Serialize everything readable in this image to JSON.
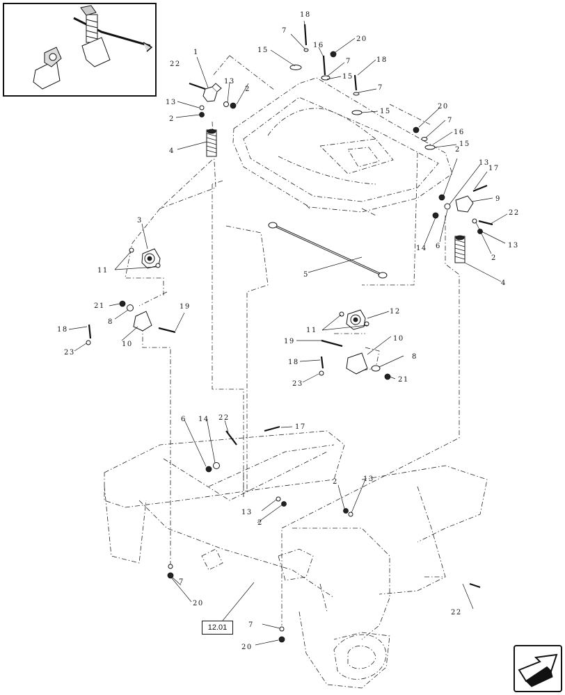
{
  "reference_label": "12.01",
  "callouts": [
    {
      "id": "c1",
      "text": "1"
    },
    {
      "id": "c2a",
      "text": "2"
    },
    {
      "id": "c2b",
      "text": "2"
    },
    {
      "id": "c2c",
      "text": "2"
    },
    {
      "id": "c2d",
      "text": "2"
    },
    {
      "id": "c2e",
      "text": "2"
    },
    {
      "id": "c2f",
      "text": "2"
    },
    {
      "id": "c3",
      "text": "3"
    },
    {
      "id": "c4a",
      "text": "4"
    },
    {
      "id": "c4b",
      "text": "4"
    },
    {
      "id": "c5",
      "text": "5"
    },
    {
      "id": "c6a",
      "text": "6"
    },
    {
      "id": "c6b",
      "text": "6"
    },
    {
      "id": "c7a",
      "text": "7"
    },
    {
      "id": "c7b",
      "text": "7"
    },
    {
      "id": "c7c",
      "text": "7"
    },
    {
      "id": "c7d",
      "text": "7"
    },
    {
      "id": "c7e",
      "text": "7"
    },
    {
      "id": "c7f",
      "text": "7"
    },
    {
      "id": "c8a",
      "text": "8"
    },
    {
      "id": "c8b",
      "text": "8"
    },
    {
      "id": "c9",
      "text": "9"
    },
    {
      "id": "c10a",
      "text": "10"
    },
    {
      "id": "c10b",
      "text": "10"
    },
    {
      "id": "c11a",
      "text": "11"
    },
    {
      "id": "c11b",
      "text": "11"
    },
    {
      "id": "c12",
      "text": "12"
    },
    {
      "id": "c13a",
      "text": "13"
    },
    {
      "id": "c13b",
      "text": "13"
    },
    {
      "id": "c13c",
      "text": "13"
    },
    {
      "id": "c13d",
      "text": "13"
    },
    {
      "id": "c13e",
      "text": "13"
    },
    {
      "id": "c13f",
      "text": "13"
    },
    {
      "id": "c14a",
      "text": "14"
    },
    {
      "id": "c14b",
      "text": "14"
    },
    {
      "id": "c15a",
      "text": "15"
    },
    {
      "id": "c15b",
      "text": "15"
    },
    {
      "id": "c15c",
      "text": "15"
    },
    {
      "id": "c15d",
      "text": "15"
    },
    {
      "id": "c16a",
      "text": "16"
    },
    {
      "id": "c16b",
      "text": "16"
    },
    {
      "id": "c17a",
      "text": "17"
    },
    {
      "id": "c17b",
      "text": "17"
    },
    {
      "id": "c18a",
      "text": "18"
    },
    {
      "id": "c18b",
      "text": "18"
    },
    {
      "id": "c18c",
      "text": "18"
    },
    {
      "id": "c18d",
      "text": "18"
    },
    {
      "id": "c19a",
      "text": "19"
    },
    {
      "id": "c19b",
      "text": "19"
    },
    {
      "id": "c20a",
      "text": "20"
    },
    {
      "id": "c20b",
      "text": "20"
    },
    {
      "id": "c20c",
      "text": "20"
    },
    {
      "id": "c20d",
      "text": "20"
    },
    {
      "id": "c21a",
      "text": "21"
    },
    {
      "id": "c21b",
      "text": "21"
    },
    {
      "id": "c22a",
      "text": "22"
    },
    {
      "id": "c22b",
      "text": "22"
    },
    {
      "id": "c22c",
      "text": "22"
    },
    {
      "id": "c22d",
      "text": "22"
    },
    {
      "id": "c23a",
      "text": "23"
    },
    {
      "id": "c23b",
      "text": "23"
    }
  ],
  "nav_icon": "next-page-arrow-icon"
}
